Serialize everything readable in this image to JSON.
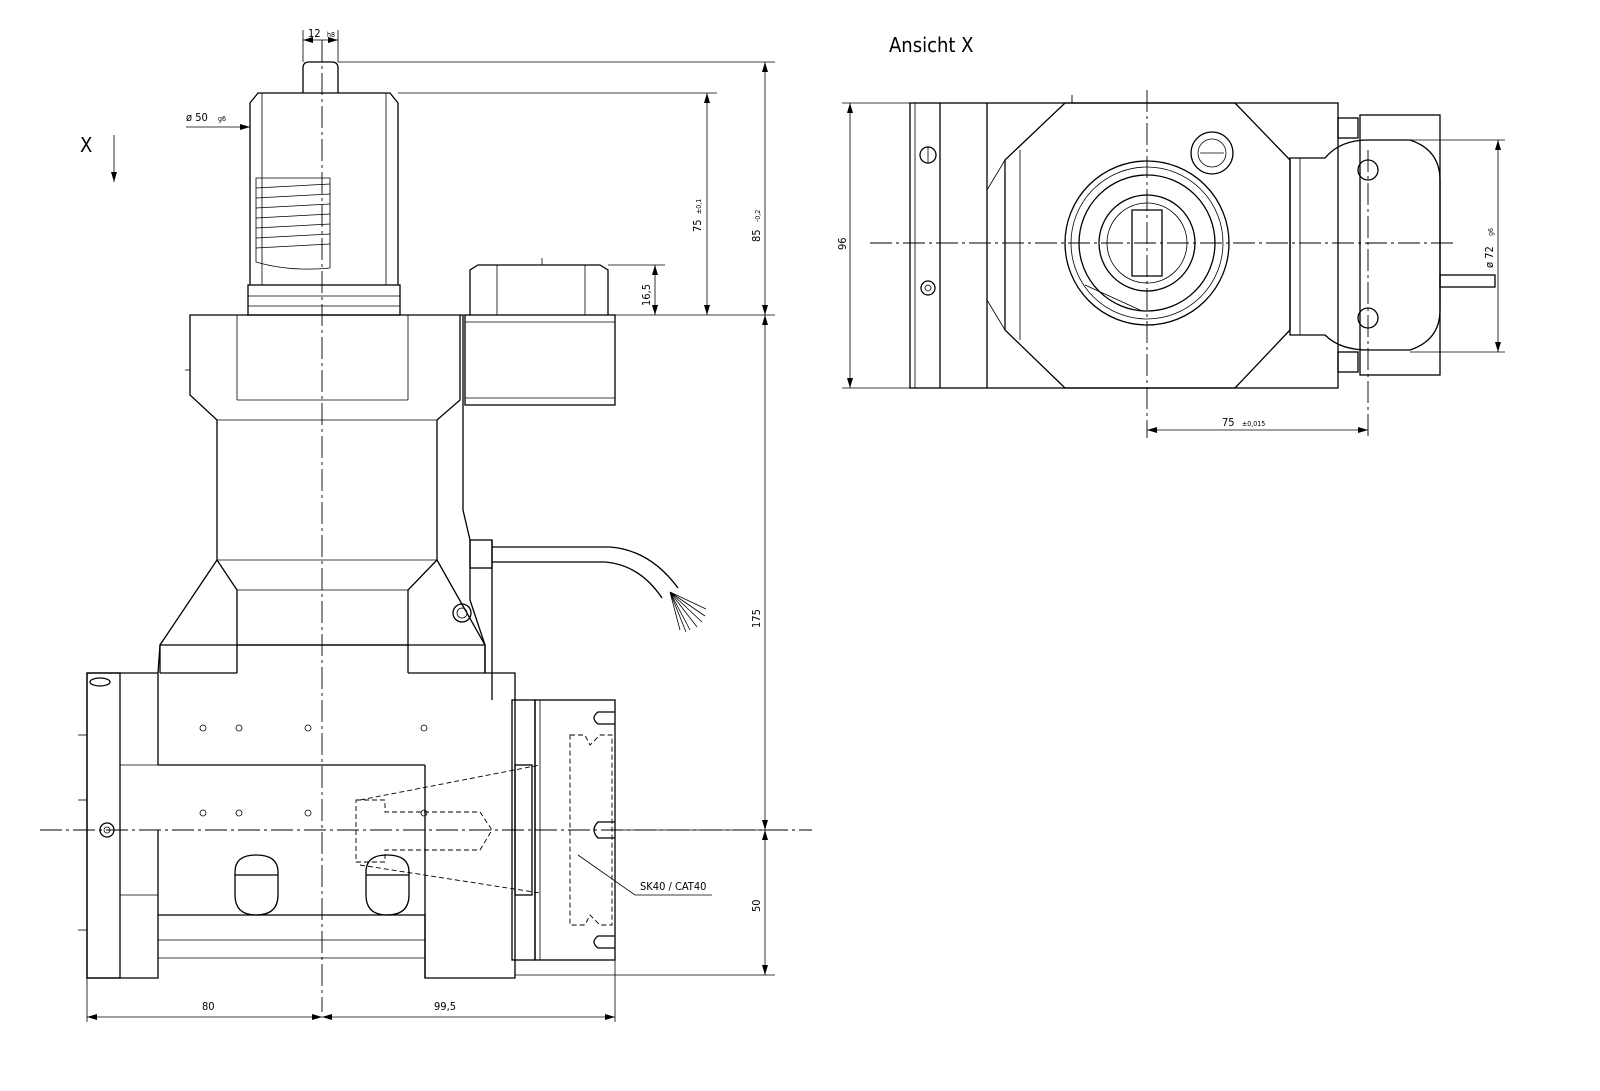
{
  "title": "Ansicht X",
  "view_marker": "X",
  "dimensions": {
    "shaft_key_width": "12",
    "shaft_key_tol": "h8",
    "shaft_diameter": "ø 50",
    "shaft_diameter_tol": "g6",
    "height_75": "75",
    "height_75_tol": "±0,1",
    "height_85": "85",
    "height_85_tol": "-0,2",
    "connector_height": "16,5",
    "height_175": "175",
    "height_50": "50",
    "width_80": "80",
    "width_99_5": "99,5",
    "spindle_label": "SK40 / CAT40",
    "view_height_96": "96",
    "flange_diameter": "ø 72",
    "flange_diameter_tol": "g6",
    "hole_spacing": "75",
    "hole_spacing_tol": "±0,015"
  }
}
